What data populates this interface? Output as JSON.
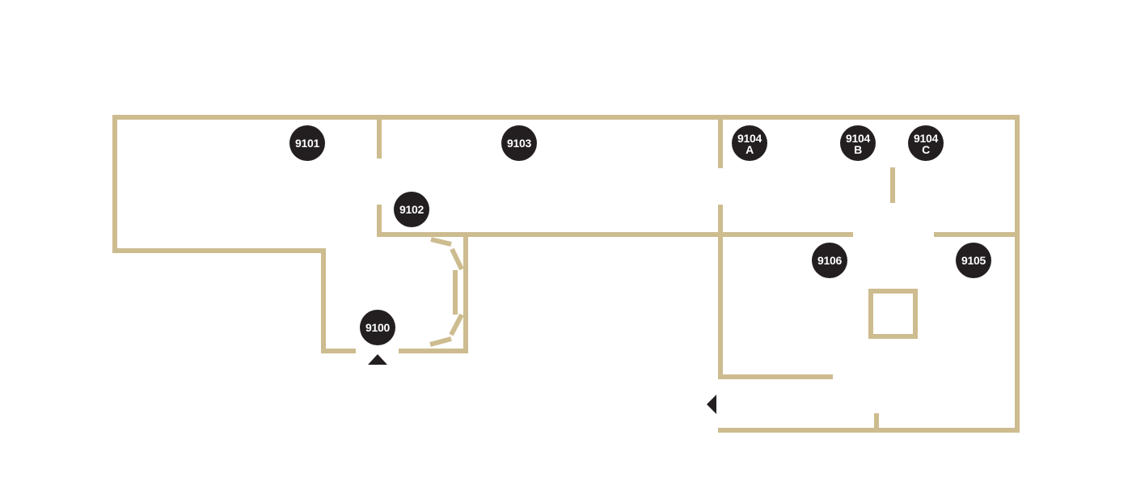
{
  "colors": {
    "wall": "#cdbc8f",
    "marker": "#231f20",
    "marker_text": "#ffffff",
    "arrow": "#231f20",
    "background": "#ffffff"
  },
  "rooms": [
    {
      "id": "9101",
      "lines": [
        "9101"
      ]
    },
    {
      "id": "9103",
      "lines": [
        "9103"
      ]
    },
    {
      "id": "9104A",
      "lines": [
        "9104",
        "A"
      ]
    },
    {
      "id": "9104B",
      "lines": [
        "9104",
        "B"
      ]
    },
    {
      "id": "9104C",
      "lines": [
        "9104",
        "C"
      ]
    },
    {
      "id": "9102",
      "lines": [
        "9102"
      ]
    },
    {
      "id": "9106",
      "lines": [
        "9106"
      ]
    },
    {
      "id": "9105",
      "lines": [
        "9105"
      ]
    },
    {
      "id": "9100",
      "lines": [
        "9100"
      ]
    }
  ],
  "entrances": [
    {
      "id": "main-entrance",
      "icon": "triangle-up-icon"
    },
    {
      "id": "side-entrance",
      "icon": "triangle-left-icon"
    }
  ]
}
